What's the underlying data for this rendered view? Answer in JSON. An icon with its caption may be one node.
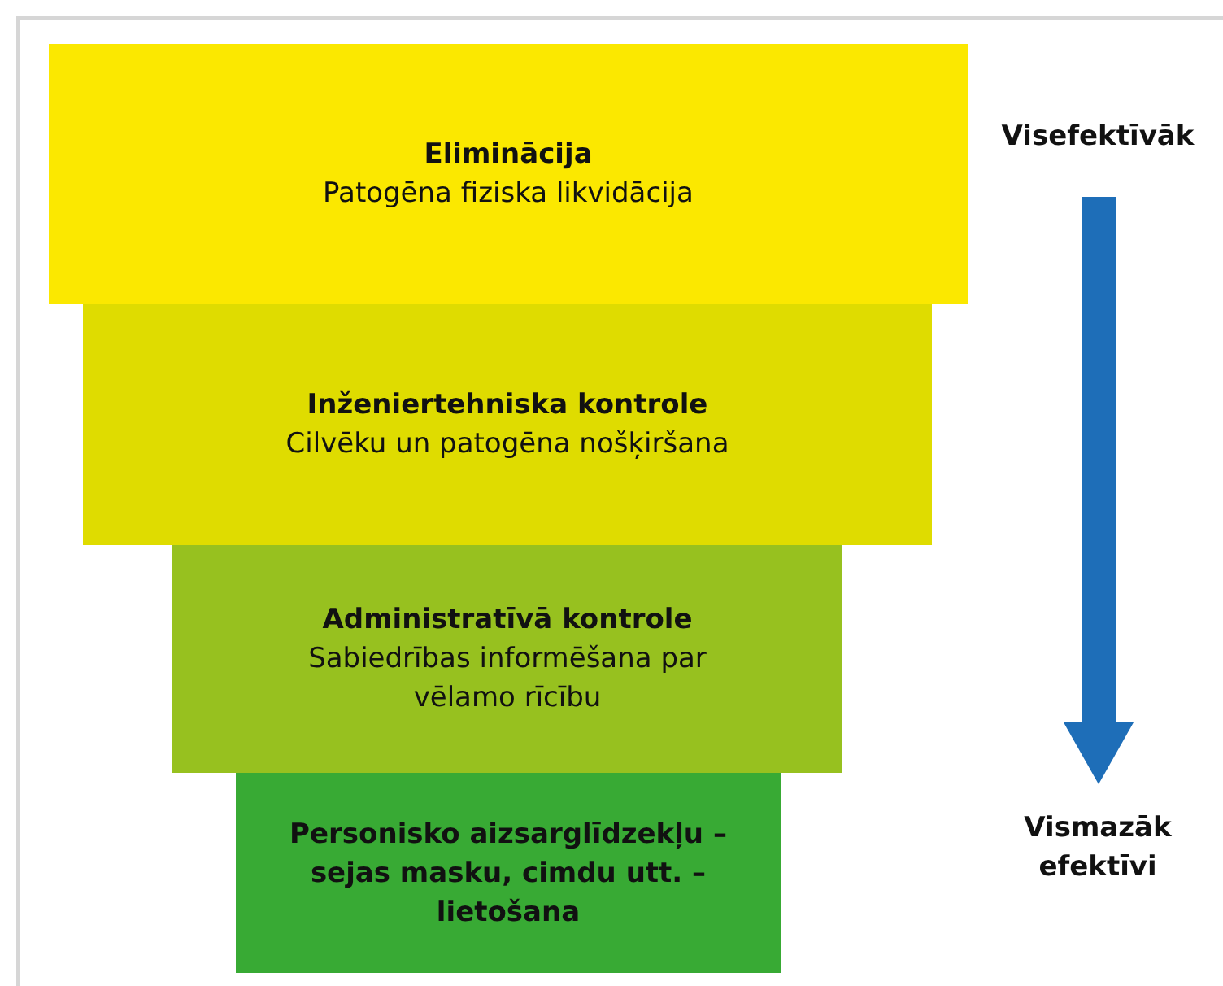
{
  "diagram": {
    "nodes": [
      {
        "text": [
          "Eliminācija",
          "Patogēna fiziska likvidācija"
        ]
      },
      {
        "text": [
          "Inženiertehniska kontrole",
          "Cilvēku un patogēna nošķiršana"
        ]
      },
      {
        "text": [
          "Administratīvā kontrole",
          "Sabiedrības informēšana par vēlamo rīcību"
        ]
      },
      {
        "text": [
          "Personisko aizsarglīdzekļu – sejas masku, cimdu utt. – lietošana"
        ]
      }
    ],
    "labels": [
      "Visefektīvāk",
      "Vismazāk efektīvi"
    ]
  }
}
